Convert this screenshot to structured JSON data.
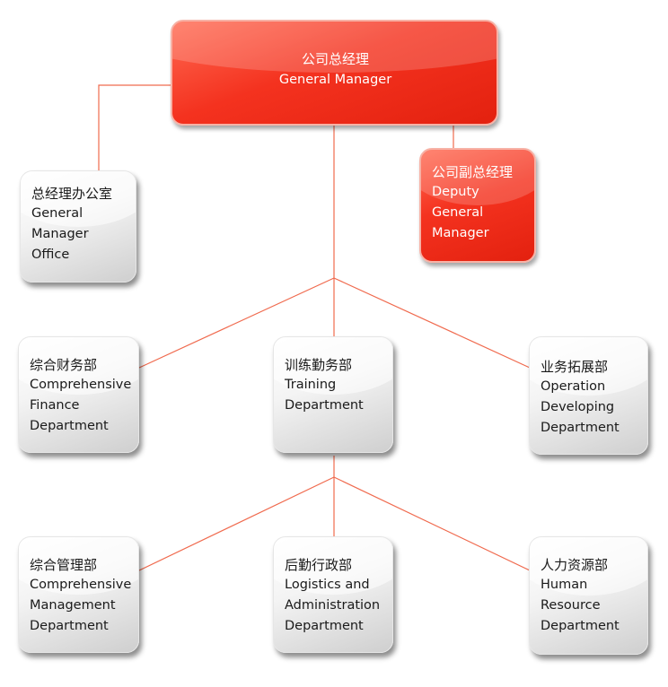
{
  "general_manager": {
    "cn": "公司总经理",
    "en": "General Manager"
  },
  "gm_office": {
    "cn": "总经理办公室",
    "en": "General\nManager\nOffice"
  },
  "deputy_gm": {
    "cn": "公司副总经理",
    "en": "Deputy\nGeneral\nManager"
  },
  "finance": {
    "cn": "综合财务部",
    "en": "Comprehensive\nFinance\nDepartment"
  },
  "training": {
    "cn": "训练勤务部",
    "en": "Training\nDepartment"
  },
  "operation": {
    "cn": "业务拓展部",
    "en": "Operation\nDeveloping\nDepartment"
  },
  "management": {
    "cn": "综合管理部",
    "en": "Comprehensive\nManagement\nDepartment"
  },
  "logistics": {
    "cn": "后勤行政部",
    "en": "Logistics and\nAdministration\nDepartment"
  },
  "hr": {
    "cn": "人力资源部",
    "en": "Human\nResource\nDepartment"
  },
  "colors": {
    "red": "#f4321f",
    "line": "#f06a4e",
    "gray": "#d9d9d9"
  }
}
